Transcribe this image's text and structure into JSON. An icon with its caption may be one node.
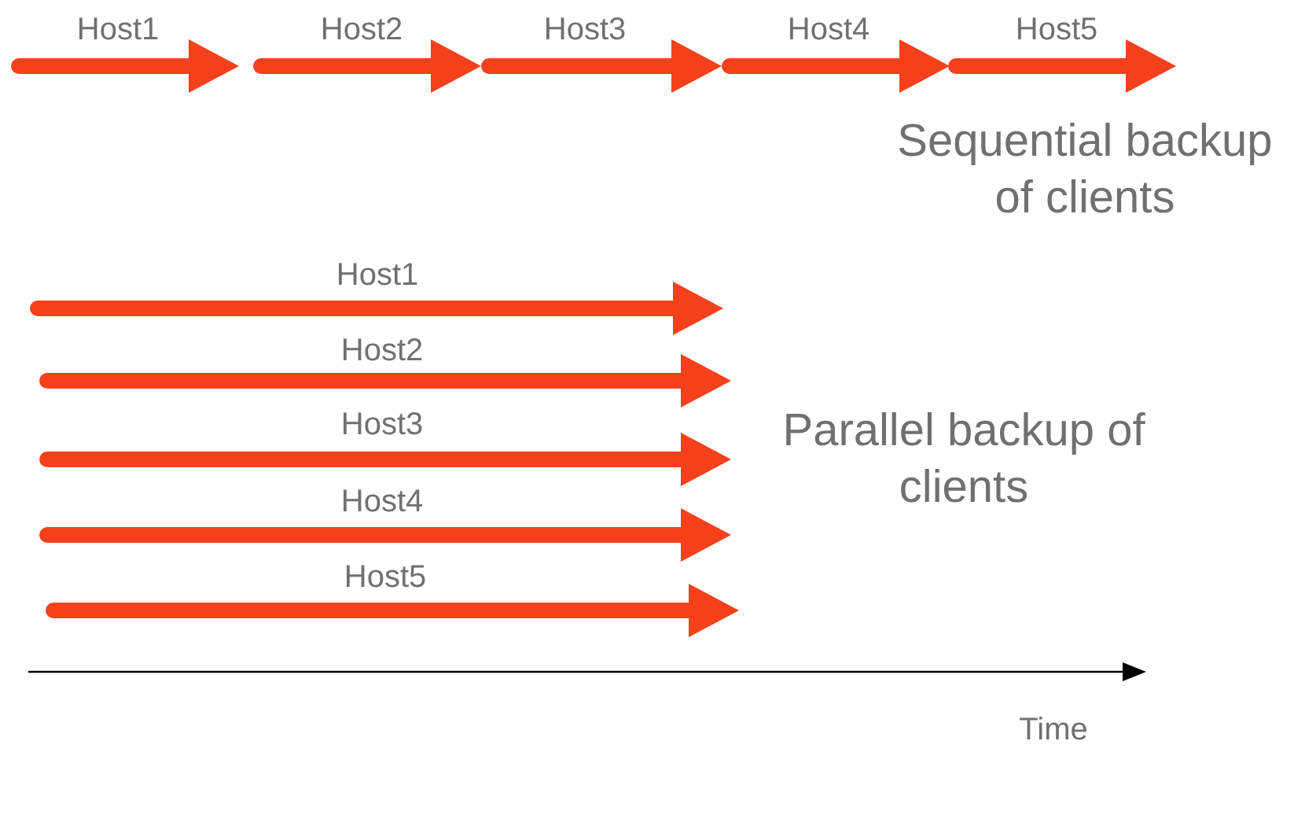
{
  "diagram": {
    "labels": [
      "Host1",
      "Host2",
      "Host3",
      "Host4",
      "Host5",
      "Sequential backup of clients",
      "Host1",
      "Host2",
      "Host3",
      "Host4",
      "Host5",
      "Parallel backup of clients",
      "Time"
    ]
  }
}
